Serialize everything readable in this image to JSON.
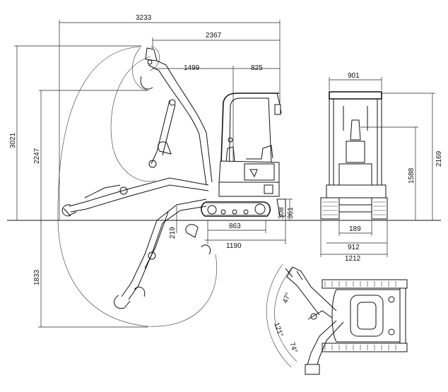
{
  "dimensions": {
    "max_reach": "3233",
    "boom_reach": "2367",
    "arm_offset": "1499",
    "cab_offset": "825",
    "max_dig_height": "3021",
    "max_dump_height": "2247",
    "max_dig_depth": "1833",
    "blade_depth": "219",
    "track_contact": "863",
    "track_length": "1190",
    "ground_clearance": "308",
    "blade_height": "361",
    "cab_width": "901",
    "overall_height": "2169",
    "cab_height": "1588",
    "track_shoe_width": "189",
    "track_gauge": "912",
    "overall_width": "1212",
    "swing_angle_left": "47°",
    "swing_angle_right": "74°",
    "swing_angle_total": "121°"
  }
}
